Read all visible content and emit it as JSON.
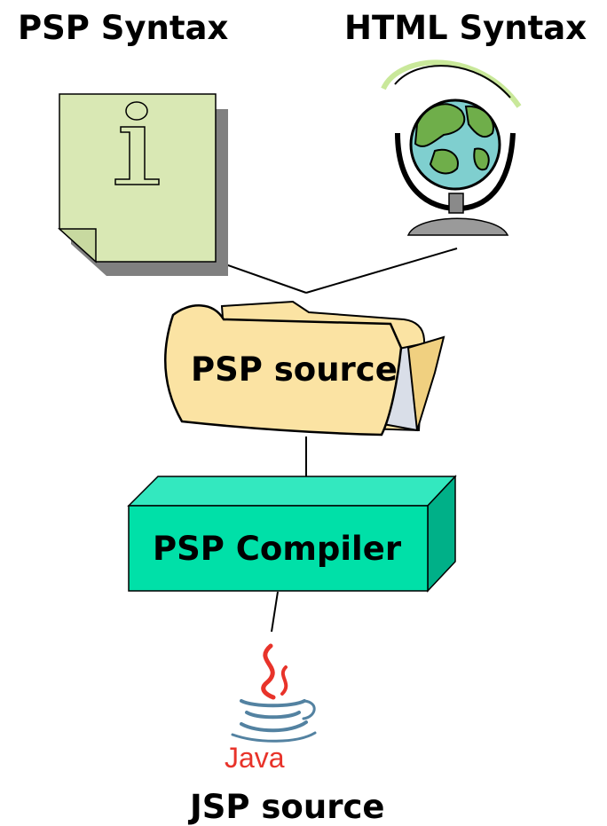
{
  "labels": {
    "psp_syntax": "PSP Syntax",
    "html_syntax": "HTML Syntax",
    "psp_source": "PSP source",
    "psp_compiler": "PSP Compiler",
    "jsp_source": "JSP source",
    "java_logo_text": "Java"
  },
  "icons": {
    "info_document": "info-document-icon",
    "globe": "globe-icon",
    "folder": "folder-icon",
    "compiler_box": "compiler-box",
    "java_logo": "java-logo-icon"
  },
  "colors": {
    "document_fill": "#d9e8b4",
    "document_shadow": "#808080",
    "folder_fill": "#fbe3a3",
    "compiler_front": "#00e0a8",
    "compiler_top": "#33e8bf",
    "compiler_side": "#00b088",
    "globe_ocean": "#7fcfcf",
    "globe_land": "#6fae4a",
    "java_red": "#e8332a",
    "java_blue": "#5382a1"
  }
}
